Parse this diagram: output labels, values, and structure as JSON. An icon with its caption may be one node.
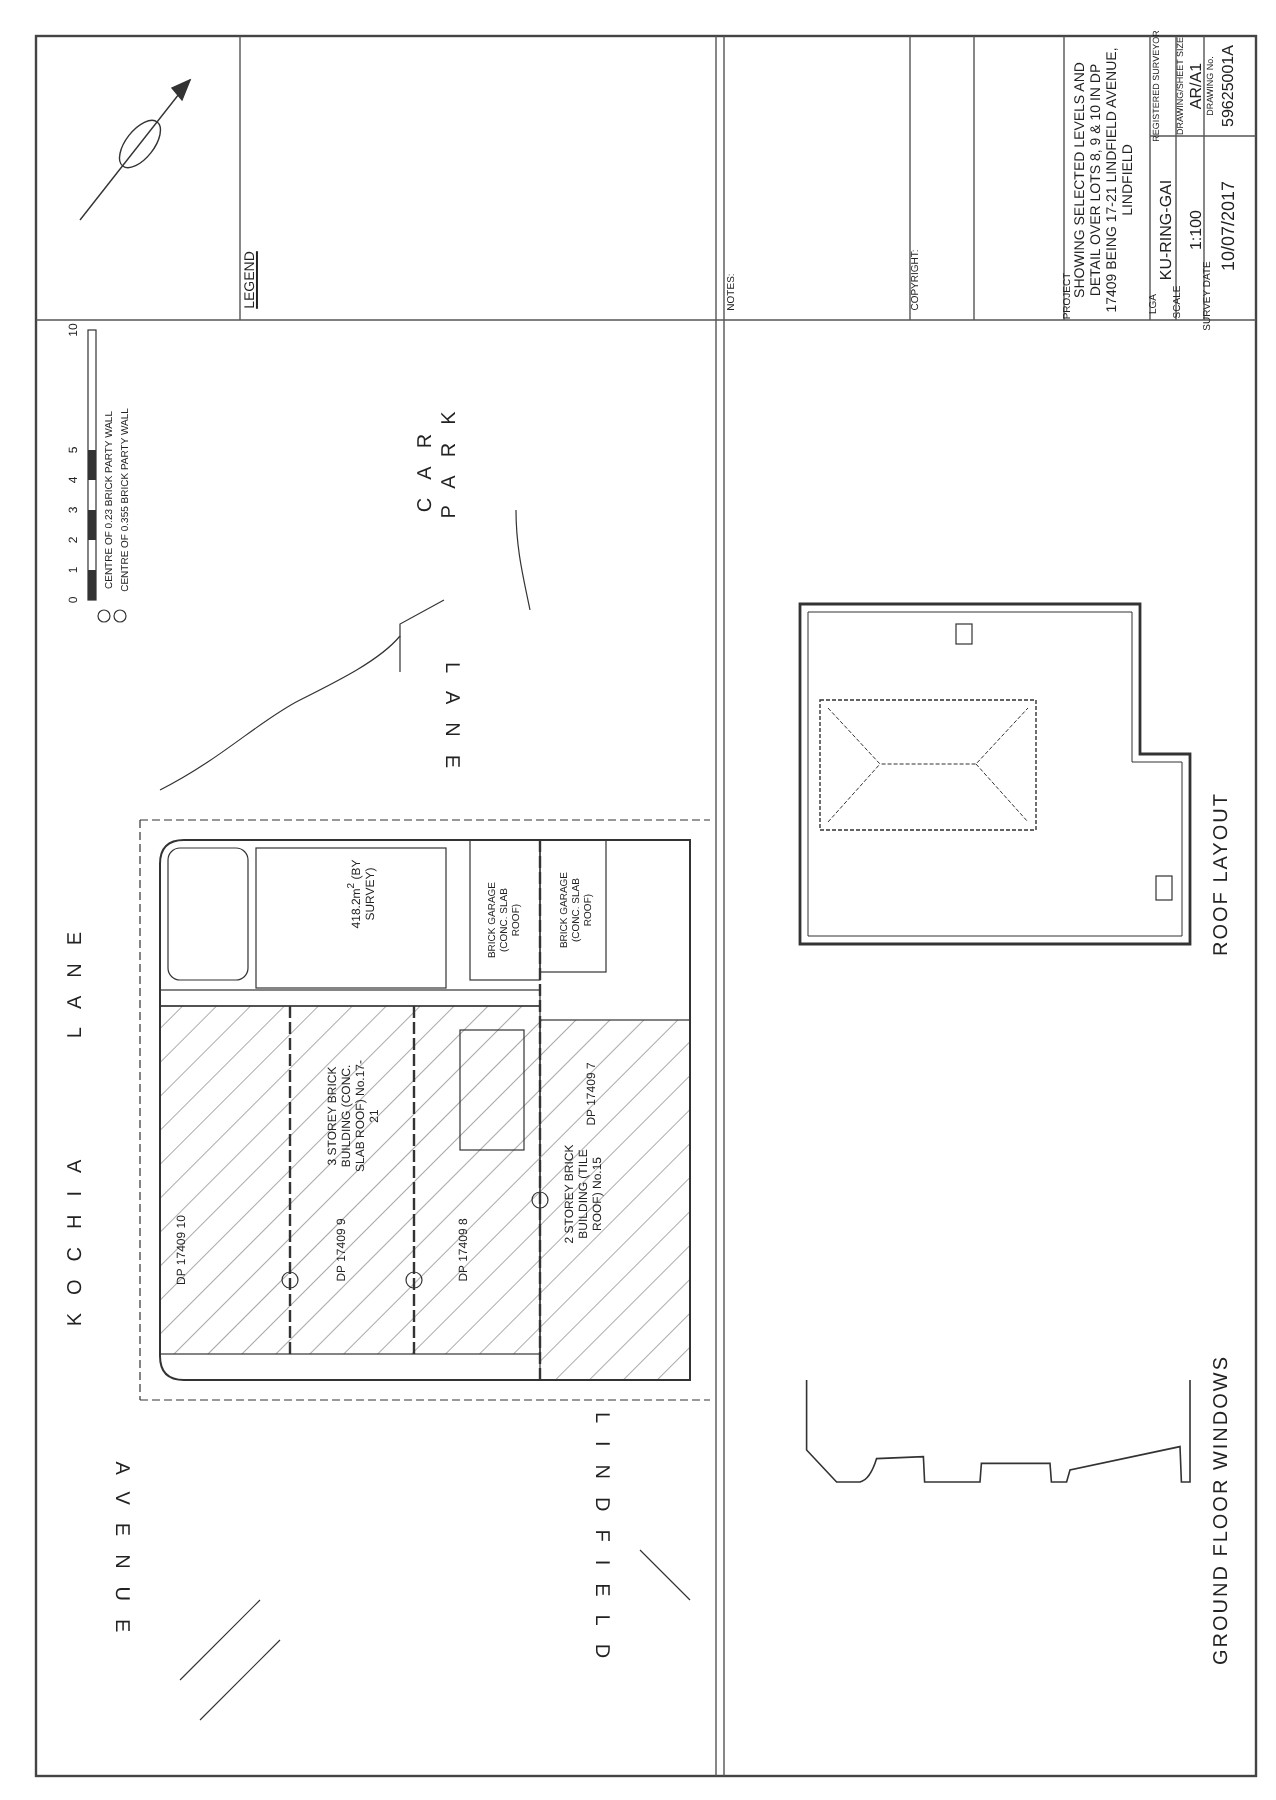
{
  "diagram": {
    "labels": [
      "LEGEND",
      "NOTES:",
      "COPYRIGHT:",
      "PROJECT",
      "SHOWING SELECTED LEVELS AND DETAIL OVER LOTS 8, 9 & 10 IN DP 17409 BEING 17-21 LINDFIELD AVENUE, LINDFIELD",
      "LGA",
      "REGISTERED SURVEYOR",
      "KU-RING-GAI",
      "SCALE",
      "DRAWING/SHEET SIZE",
      "AR/A1",
      "1:100",
      "SURVEY DATE",
      "DRAWING No.",
      "10/07/2017",
      "59625001A",
      "0",
      "1",
      "2",
      "3",
      "4",
      "5",
      "10",
      "KOCHIA",
      "LANE",
      "CENTRE OF 0.23 BRICK PARTY WALL",
      "CENTRE OF 0.355 BRICK PARTY WALL",
      "AVENUE",
      "DP 17409 10",
      "DP 17409 9",
      "3 STOREY BRICK BUILDING (CONC. SLAB ROOF) No.17-21",
      "418.2m$^{2}$ (BY SURVEY)",
      "CAR",
      "PARK",
      "LANE",
      "DP 17409 8",
      "BRICK GARAGE (CONC. SLAB ROOF)",
      "BRICK GARAGE (CONC. SLAB ROOF)",
      "2 STOREY BRICK BUILDING (TILE ROOF) No.15",
      "DP 17409 7",
      "LINDFIELD",
      "ROOF LAYOUT",
      "GROUND FLOOR WINDOWS"
    ]
  }
}
